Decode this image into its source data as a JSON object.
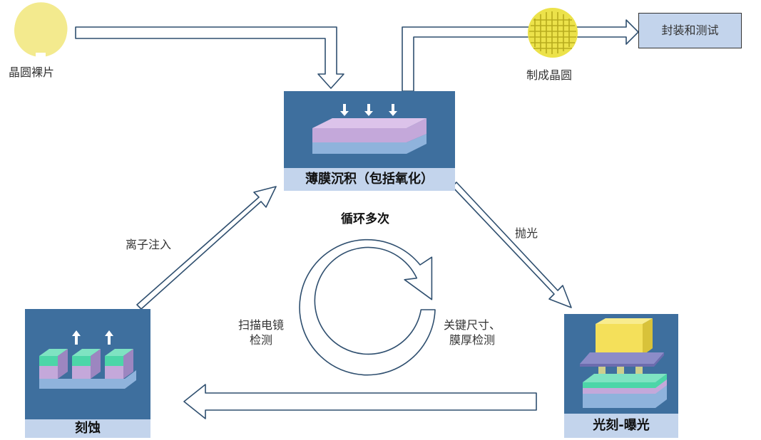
{
  "nodes": {
    "bare_wafer": "晶圆裸片",
    "finished_wafer": "制成晶圆",
    "package_test": "封装和测试",
    "deposition": "薄膜沉积（包括氧化）",
    "lithography": "光刻-曝光",
    "etch": "刻蚀"
  },
  "edges": {
    "polish": "抛光",
    "ion_implant": "离子注入"
  },
  "cycle": {
    "title": "循环多次",
    "left_note_line1": "扫描电镜",
    "left_note_line2": "检测",
    "right_note_line1": "关键尺寸、",
    "right_note_line2": "膜厚检测"
  },
  "colors": {
    "card_blue": "#3e6f9e",
    "caption_blue": "#c3d4ec",
    "wafer_yellow": "#f3ea8e",
    "arrow_outline": "#2f4f6f"
  }
}
